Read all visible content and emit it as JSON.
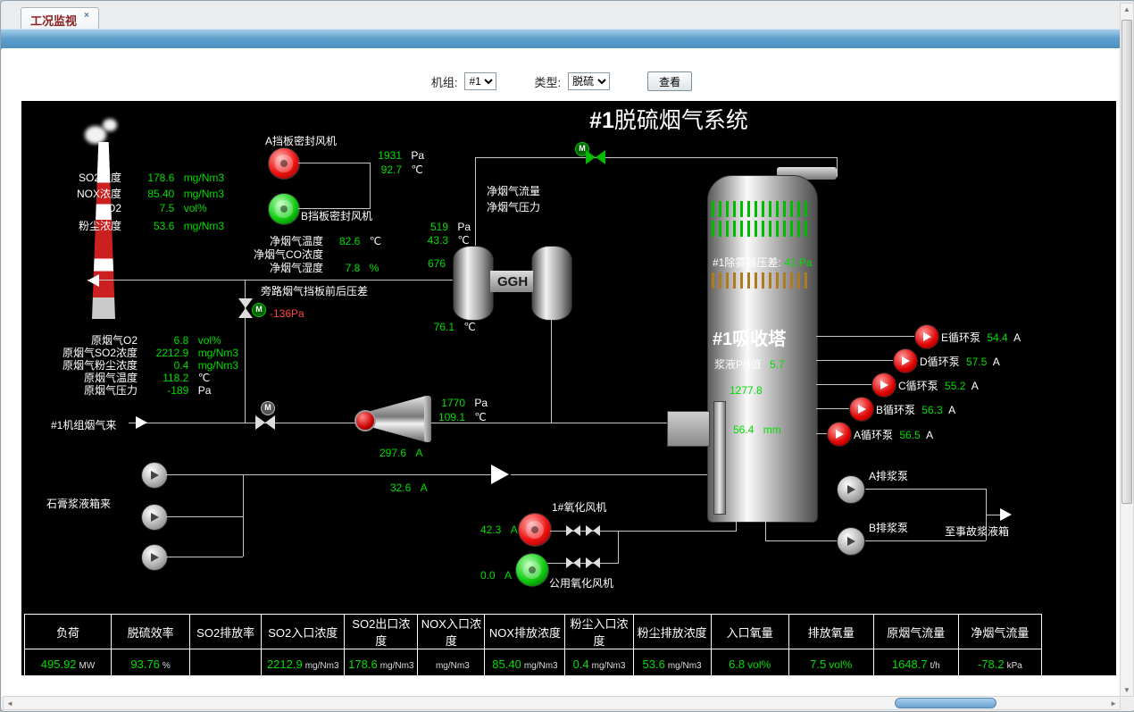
{
  "tab": {
    "label": "工况监视",
    "close_icon": "×"
  },
  "toolbar": {
    "unit_label": "机组:",
    "unit_value": "#1",
    "type_label": "类型:",
    "type_value": "脱硫",
    "view_button": "查看"
  },
  "diagram": {
    "title_prefix": "#1",
    "title_text": "脱硫烟气系统",
    "stack_readings": [
      {
        "label": "SO2浓度",
        "value": "178.6",
        "unit": "mg/Nm3"
      },
      {
        "label": "NOX浓度",
        "value": "85.40",
        "unit": "mg/Nm3"
      },
      {
        "label": "O2",
        "value": "7.5",
        "unit": "vol%"
      },
      {
        "label": "粉尘浓度",
        "value": "53.6",
        "unit": "mg/Nm3"
      }
    ],
    "seal_fan_a_label": "A挡板密封风机",
    "seal_fan_b_label": "B挡板密封风机",
    "seal_fan_pressure": {
      "value": "1931",
      "unit": "Pa"
    },
    "seal_fan_temp": {
      "value": "92.7",
      "unit": "℃"
    },
    "clean_gas": {
      "flow_label": "净烟气流量",
      "pressure_label": "净烟气压力",
      "temp": {
        "label": "净烟气温度",
        "value": "82.6",
        "unit": "℃"
      },
      "co_label": "净烟气CO浓度",
      "humidity": {
        "label": "净烟气湿度",
        "value": "7.8",
        "unit": "%"
      },
      "p1": {
        "value": "519",
        "unit": "Pa"
      },
      "t1": {
        "value": "43.3",
        "unit": "℃"
      },
      "p2": {
        "value": "676",
        "unit": "Pa"
      },
      "t2": {
        "value": "76.1",
        "unit": "℃"
      }
    },
    "ggh_label": "GGH",
    "bypass": {
      "label": "旁路烟气挡板前后压差",
      "value": "-136Pa"
    },
    "raw_gas": [
      {
        "label": "原烟气O2",
        "value": "6.8",
        "unit": "vol%"
      },
      {
        "label": "原烟气SO2浓度",
        "value": "2212.9",
        "unit": "mg/Nm3"
      },
      {
        "label": "原烟气粉尘浓度",
        "value": "0.4",
        "unit": "mg/Nm3"
      },
      {
        "label": "原烟气温度",
        "value": "118.2",
        "unit": "℃"
      },
      {
        "label": "原烟气压力",
        "value": "-189",
        "unit": "Pa"
      }
    ],
    "inlet_label": "#1机组烟气来",
    "booster_fan": {
      "pressure": {
        "value": "1770",
        "unit": "Pa"
      },
      "temp": {
        "value": "109.1",
        "unit": "℃"
      },
      "current": {
        "value": "297.6",
        "unit": "A"
      }
    },
    "absorber": {
      "name": "#1吸收塔",
      "demister_label": "#1除雾器压差:",
      "demister_value": "41 Pa",
      "ph_label": "浆液PH值",
      "ph_value": "5.7",
      "density_value": "1277.8",
      "level_value": "56.4",
      "level_unit": "mm"
    },
    "circ_pumps": [
      {
        "label": "E循环泵",
        "value": "54.4",
        "unit": "A"
      },
      {
        "label": "D循环泵",
        "value": "57.5",
        "unit": "A"
      },
      {
        "label": "C循环泵",
        "value": "55.2",
        "unit": "A"
      },
      {
        "label": "B循环泵",
        "value": "56.3",
        "unit": "A"
      },
      {
        "label": "A循环泵",
        "value": "56.5",
        "unit": "A"
      }
    ],
    "discharge_pump_a": "A排浆泵",
    "discharge_pump_b": "B排浆泵",
    "to_emergency_tank": "至事故浆液箱",
    "gypsum_label": "石膏浆液箱来",
    "gypsum_current": {
      "value": "32.6",
      "unit": "A"
    },
    "oxidation_fan_1": {
      "label": "1#氧化风机",
      "value": "42.3",
      "unit": "A"
    },
    "oxidation_fan_2": {
      "label": "公用氧化风机",
      "value": "0.0",
      "unit": "A"
    }
  },
  "table": {
    "columns": [
      {
        "header": "负荷",
        "value": "495.92",
        "unit": "MW"
      },
      {
        "header": "脱硫效率",
        "value": "93.76",
        "unit": "%"
      },
      {
        "header": "SO2排放率",
        "value": "",
        "unit": ""
      },
      {
        "header": "SO2入口浓度",
        "value": "2212.9",
        "unit": "mg/Nm3"
      },
      {
        "header": "SO2出口浓度",
        "value": "178.6",
        "unit": "mg/Nm3"
      },
      {
        "header": "NOX入口浓度",
        "value": "",
        "unit": "mg/Nm3"
      },
      {
        "header": "NOX排放浓度",
        "value": "85.40",
        "unit": "mg/Nm3"
      },
      {
        "header": "粉尘入口浓度",
        "value": "0.4",
        "unit": "mg/Nm3"
      },
      {
        "header": "粉尘排放浓度",
        "value": "53.6",
        "unit": "mg/Nm3"
      },
      {
        "header": "入口氧量",
        "value": "6.8",
        "unit": "vol%"
      },
      {
        "header": "排放氧量",
        "value": "7.5",
        "unit": "vol%"
      },
      {
        "header": "原烟气流量",
        "value": "1648.7",
        "unit": "t/h"
      },
      {
        "header": "净烟气流量",
        "value": "-78.2",
        "unit": "kPa"
      }
    ]
  }
}
